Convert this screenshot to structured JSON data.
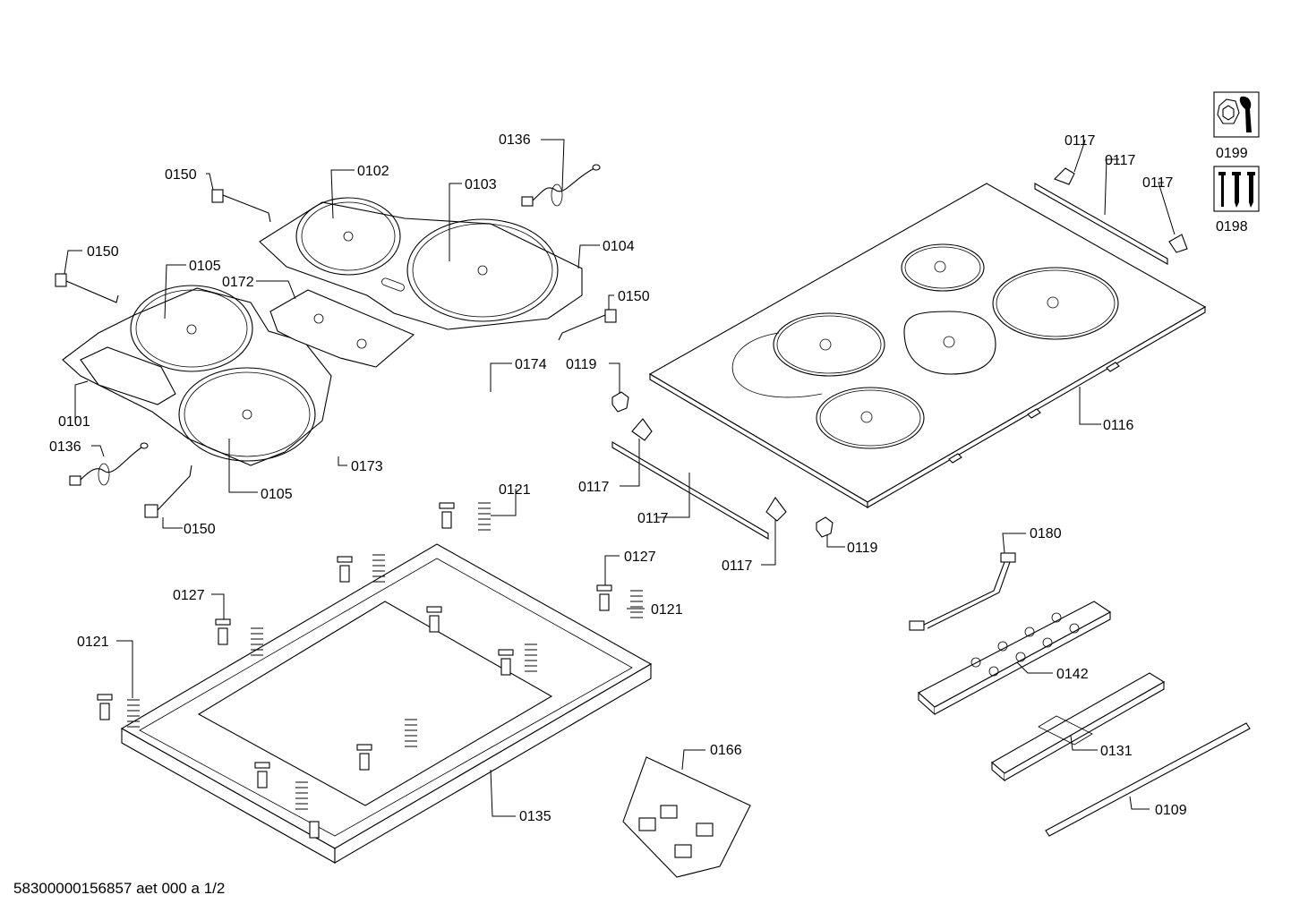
{
  "footer": "58300000156857 aet 000 a 1/2",
  "icons": [
    {
      "name": "wrench-nut-icon",
      "label": "0199"
    },
    {
      "name": "screws-icon",
      "label": "0198"
    }
  ],
  "labels": {
    "l0136a": "0136",
    "l0150a": "0150",
    "l0102": "0102",
    "l0103": "0103",
    "l0150b": "0150",
    "l0105a": "0105",
    "l0104": "0104",
    "l0172": "0172",
    "l0150c": "0150",
    "l0174": "0174",
    "l0119a": "0119",
    "l0101": "0101",
    "l0136b": "0136",
    "l0173": "0173",
    "l0105b": "0105",
    "l0150d": "0150",
    "l0117a": "0117",
    "l0117b": "0117",
    "l0117c": "0117",
    "l0116": "0116",
    "l0117d": "0117",
    "l0117e": "0117",
    "l0117f": "0117",
    "l0119b": "0119",
    "l0121a": "0121",
    "l0127a": "0127",
    "l0121b": "0121",
    "l0127b": "0127",
    "l0121c": "0121",
    "l0180": "0180",
    "l0142": "0142",
    "l0131": "0131",
    "l0109": "0109",
    "l0166": "0166",
    "l0135": "0135"
  }
}
